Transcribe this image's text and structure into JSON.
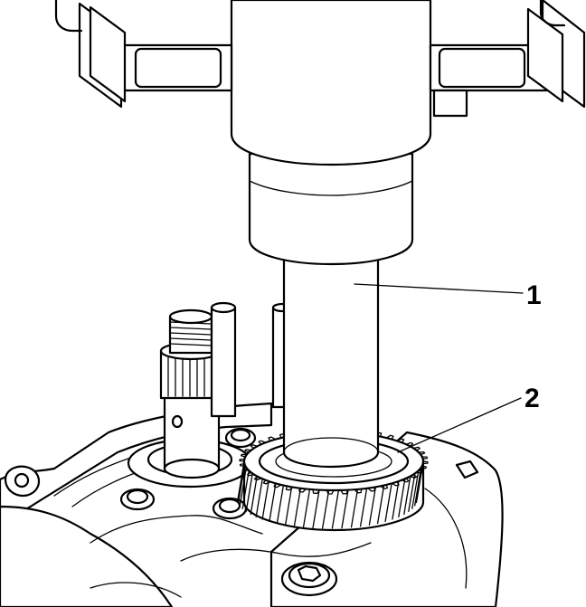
{
  "callouts": [
    {
      "id": "1",
      "label": "1"
    },
    {
      "id": "2",
      "label": "2"
    }
  ],
  "icons": [
    "press-tool",
    "gear",
    "shaft",
    "transmission-housing"
  ],
  "colors": {
    "line": "#000000",
    "background": "#ffffff",
    "shade": "#e9e9e9"
  }
}
